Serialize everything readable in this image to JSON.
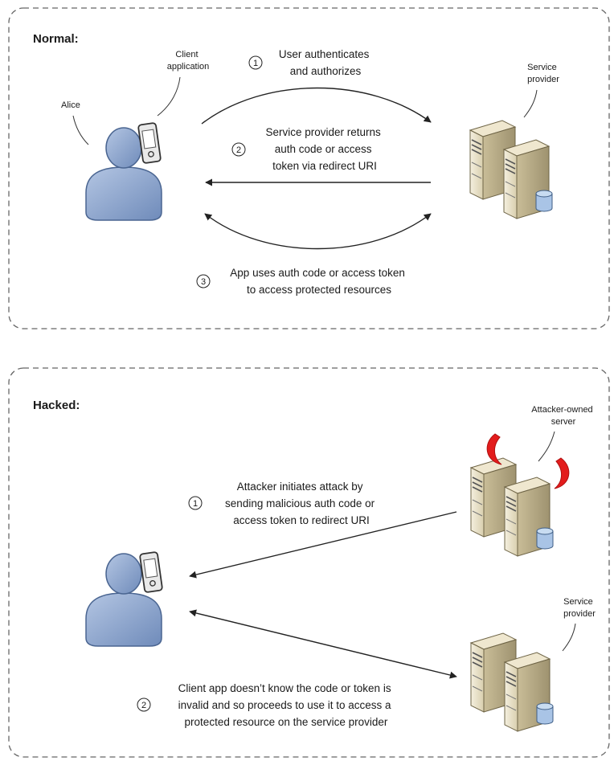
{
  "normal": {
    "heading": "Normal:",
    "labels": {
      "client_app": [
        "Client",
        "application"
      ],
      "alice": "Alice",
      "service_provider": [
        "Service",
        "provider"
      ]
    },
    "steps": [
      {
        "num": "1",
        "lines": [
          "User authenticates",
          "and authorizes"
        ]
      },
      {
        "num": "2",
        "lines": [
          "Service provider returns",
          "auth code or access",
          "token via redirect URI"
        ]
      },
      {
        "num": "3",
        "lines": [
          "App uses auth code or access token",
          "to access protected resources"
        ]
      }
    ]
  },
  "hacked": {
    "heading": "Hacked:",
    "labels": {
      "attacker_server": [
        "Attacker-owned",
        "server"
      ],
      "service_provider": [
        "Service",
        "provider"
      ]
    },
    "steps": [
      {
        "num": "1",
        "lines": [
          "Attacker initiates attack by",
          "sending malicious auth code or",
          "access token to redirect URI"
        ]
      },
      {
        "num": "2",
        "lines": [
          "Client app doesn’t know the code or token is",
          "invalid and so proceeds to use it to access a",
          "protected resource on the service provider"
        ]
      }
    ]
  },
  "colors": {
    "frame": "#666666",
    "person_fill": "#8ba3c9",
    "person_stroke": "#4a6591",
    "server_front": "#e8e0c8",
    "server_side": "#b8ad8c",
    "devil_horn": "#e31c1c",
    "arrow": "#222222",
    "db_fill": "#a9c4e6"
  }
}
